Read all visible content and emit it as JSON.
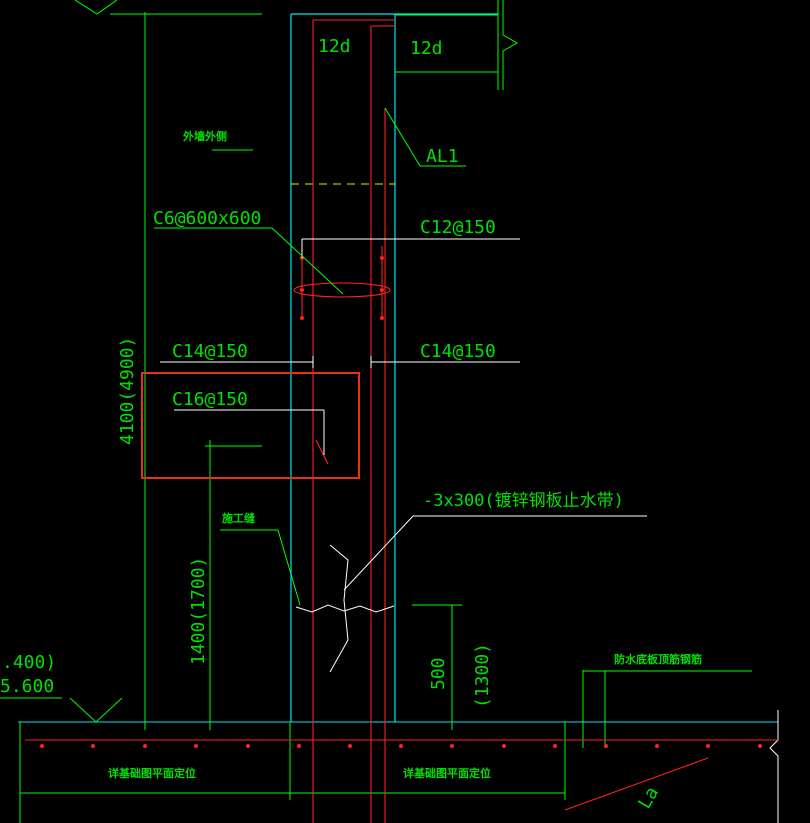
{
  "drawing": {
    "labels": {
      "top_12d_left": "12d",
      "top_12d_right": "12d",
      "al1": "AL1",
      "outer_side": "外墙外侧",
      "c6": "C6@600x600",
      "c12": "C12@150",
      "c14_left": "C14@150",
      "c14_right": "C14@150",
      "c16": "C16@150",
      "height_total": "4100(4900)",
      "steel_plate": "-3x300(镀锌钢板止水带)",
      "construction_joint": "施工缝",
      "height_1400": "1400(1700)",
      "dim_500": "500",
      "dim_1300": "(1300)",
      "waterproof": "防水底板顶筋钢筋",
      "elev_a": ".400)",
      "elev_b": "5.600",
      "base_left": "详基础图平面定位",
      "base_right": "详基础图平面定位",
      "la": "La"
    },
    "colors": {
      "background": "#000000",
      "green_text": "#00e000",
      "green_line": "#00ff00",
      "cyan_wall": "#00e5ee",
      "red_rebar": "#ff2020",
      "white_leader": "#ffffff",
      "yellow_dash": "#f0f000",
      "selection": "#e8321e"
    }
  }
}
